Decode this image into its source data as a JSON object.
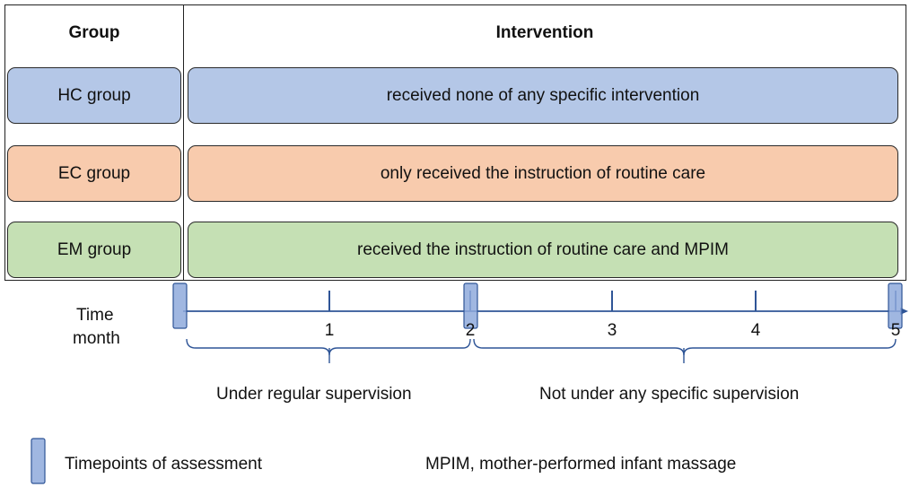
{
  "table": {
    "group_header": "Group",
    "intervention_header": "Intervention",
    "rows": [
      {
        "group": "HC group",
        "intervention": "received none of any specific intervention",
        "color": "#b4c7e7"
      },
      {
        "group": "EC group",
        "intervention": "only received the instruction of routine care",
        "color": "#f8cbad"
      },
      {
        "group": "EM group",
        "intervention": "received the instruction of routine care and MPIM",
        "color": "#c5e0b4"
      }
    ]
  },
  "timeline": {
    "axis_label_line1": "Time",
    "axis_label_line2": "month",
    "ticks": [
      "1",
      "2",
      "3",
      "4",
      "5"
    ],
    "period_1": "Under regular supervision",
    "period_2": "Not under any specific supervision",
    "line_color": "#2f5597",
    "marker_color": "#8faadc"
  },
  "legend": {
    "marker_label": "Timepoints of assessment",
    "abbreviation": "MPIM, mother-performed infant massage"
  }
}
